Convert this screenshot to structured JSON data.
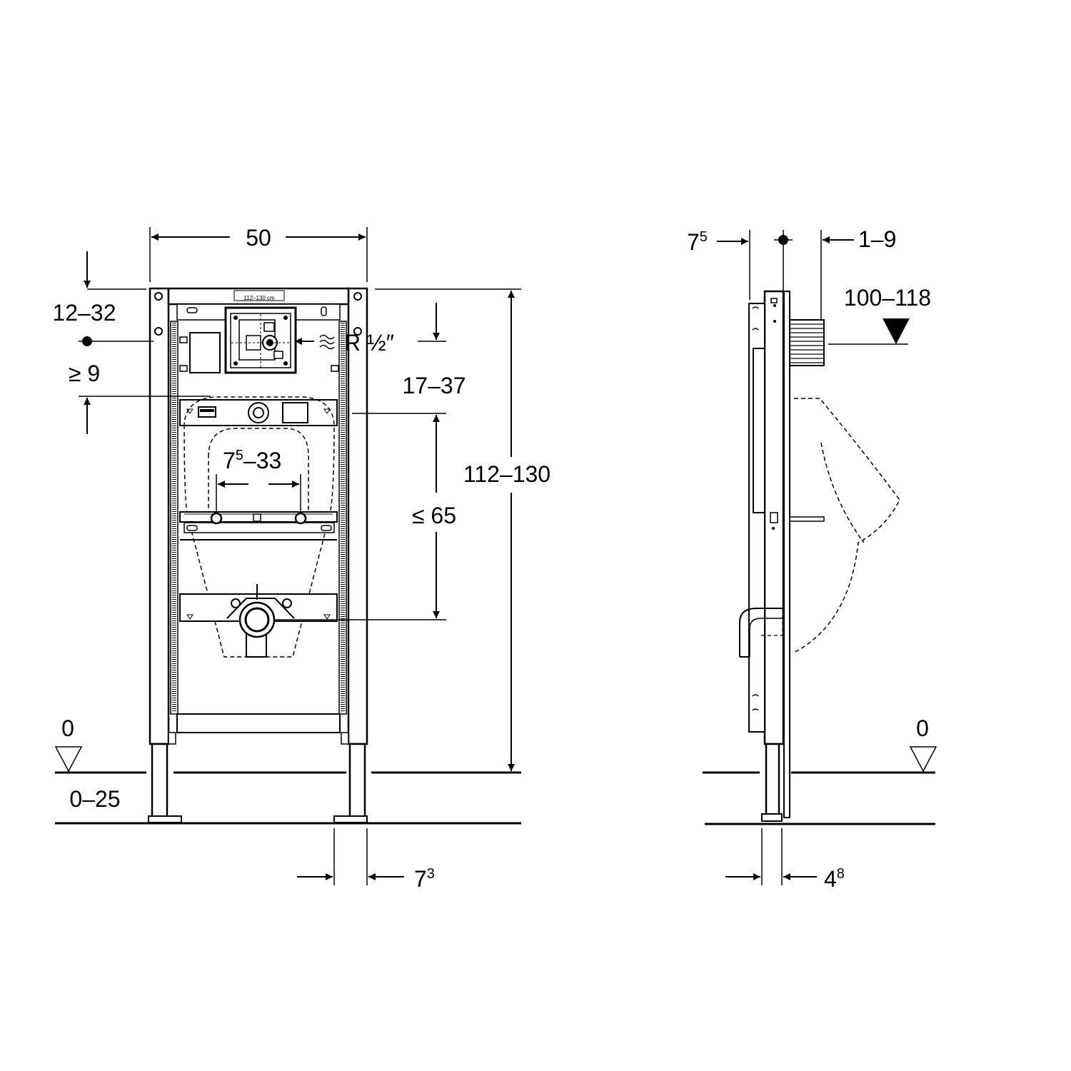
{
  "front_view": {
    "width_label": "50",
    "top_offset_label": "12–32",
    "min_gap_label": "≥ 9",
    "supply_thread_label": "R ½″",
    "supply_drop_label": "17–37",
    "bowl_spacing_main": "7",
    "bowl_spacing_sup": "5",
    "bowl_spacing_rest": "–33",
    "outlet_height_label": "≤ 65",
    "frame_height_label": "112–130",
    "floor_level_label": "0",
    "floor_adjust_label": "0–25",
    "foot_width_main": "7",
    "foot_width_sup": "3",
    "height_plate_label": "112–130 cm"
  },
  "side_view": {
    "wall_offset_main": "7",
    "wall_offset_sup": "5",
    "finish_thickness_label": "1–9",
    "supply_height_label": "100–118",
    "floor_level_label": "0",
    "foot_depth_main": "4",
    "foot_depth_sup": "8"
  }
}
